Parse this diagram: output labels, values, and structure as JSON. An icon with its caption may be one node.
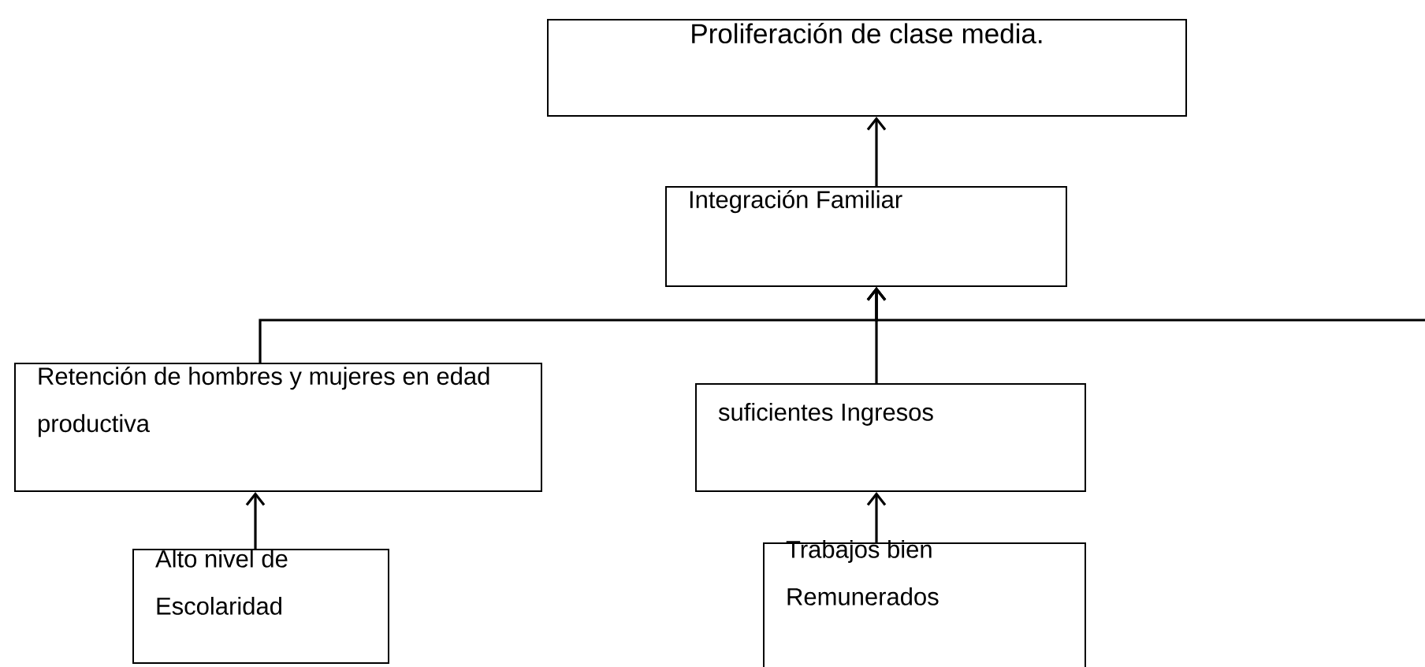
{
  "diagram": {
    "nodes": [
      {
        "text": [
          "Proliferación de clase media."
        ]
      },
      {
        "text": [
          "Integración Familiar"
        ]
      },
      {
        "text": [
          "Retención de hombres y mujeres en edad productiva"
        ]
      },
      {
        "text": [
          "suficientes Ingresos"
        ]
      },
      {
        "text": [
          "Alto nivel de Escolaridad"
        ]
      },
      {
        "text": [
          "Trabajos bien Remunerados"
        ]
      }
    ],
    "edges": [
      {
        "from": 1,
        "to": 0,
        "arrow": "to"
      },
      {
        "from": 2,
        "to": 1,
        "arrow": "to"
      },
      {
        "from": 3,
        "to": 1,
        "arrow": "to"
      },
      {
        "from": null,
        "to": 1,
        "arrow": "to"
      },
      {
        "from": 4,
        "to": 2,
        "arrow": "to"
      },
      {
        "from": 5,
        "to": 3,
        "arrow": "to"
      }
    ]
  }
}
